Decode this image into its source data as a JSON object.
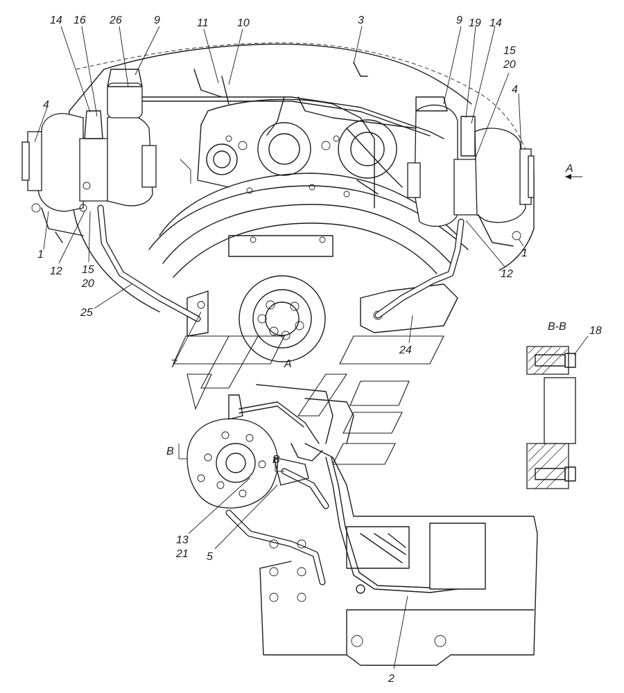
{
  "labels": {
    "l14a": "14",
    "l16": "16",
    "l26": "26",
    "l9a": "9",
    "l11": "11",
    "l10": "10",
    "l3": "3",
    "l9b": "9",
    "l19": "19",
    "l14b": "14",
    "l15a": "15",
    "l20a": "20",
    "l4a": "4",
    "l4b": "4",
    "l1a": "1",
    "l12a": "12",
    "l15b": "15",
    "l20b": "20",
    "l1b": "1",
    "l12b": "12",
    "l25": "25",
    "l7": "7",
    "l24": "24",
    "lA1": "A",
    "lA2": "A",
    "lB1": "B",
    "lB2": "B",
    "l13": "13",
    "l21": "21",
    "l5": "5",
    "l2": "2",
    "lBB": "B-B",
    "l18": "18"
  }
}
